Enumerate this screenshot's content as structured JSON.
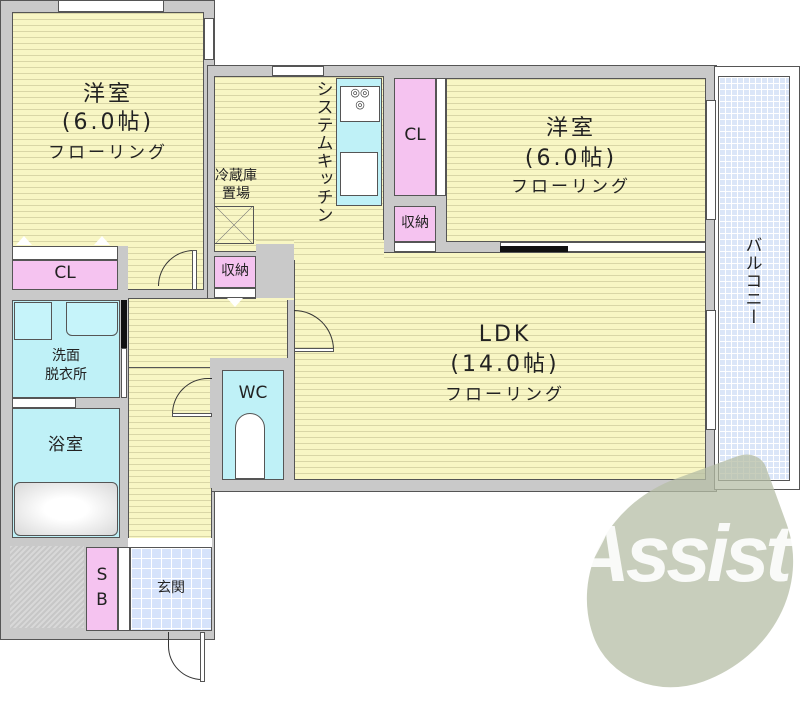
{
  "floorplan": {
    "rooms": {
      "western_room_left": {
        "name": "洋室",
        "size": "(6.0帖)",
        "floor": "フローリング"
      },
      "western_room_right": {
        "name": "洋室",
        "size": "(6.0帖)",
        "floor": "フローリング"
      },
      "ldk": {
        "name": "LDK",
        "size": "(14.0帖)",
        "floor": "フローリング"
      },
      "washroom": {
        "name_line1": "洗面",
        "name_line2": "脱衣所"
      },
      "bathroom": {
        "name": "浴室"
      },
      "toilet": {
        "name": "WC"
      },
      "entrance": {
        "name": "玄関"
      },
      "balcony": {
        "name": "バルコニー"
      }
    },
    "storage": {
      "closet_left": "CL",
      "closet_right": "CL",
      "storage_hall": "収納",
      "storage_right": "収納",
      "shoe_box_line1": "S",
      "shoe_box_line2": "B"
    },
    "fixtures": {
      "kitchen": "システムキッチン",
      "fridge_line1": "冷蔵庫",
      "fridge_line2": "置場"
    },
    "watermark": {
      "text": "Assist"
    },
    "colors": {
      "flooring": "#f8f6c4",
      "wet_area": "#bff1f7",
      "storage": "#f5c3f0",
      "tile": "#dbe6f8",
      "wall": "#c9c9c9",
      "watermark": "#a9b597"
    }
  }
}
